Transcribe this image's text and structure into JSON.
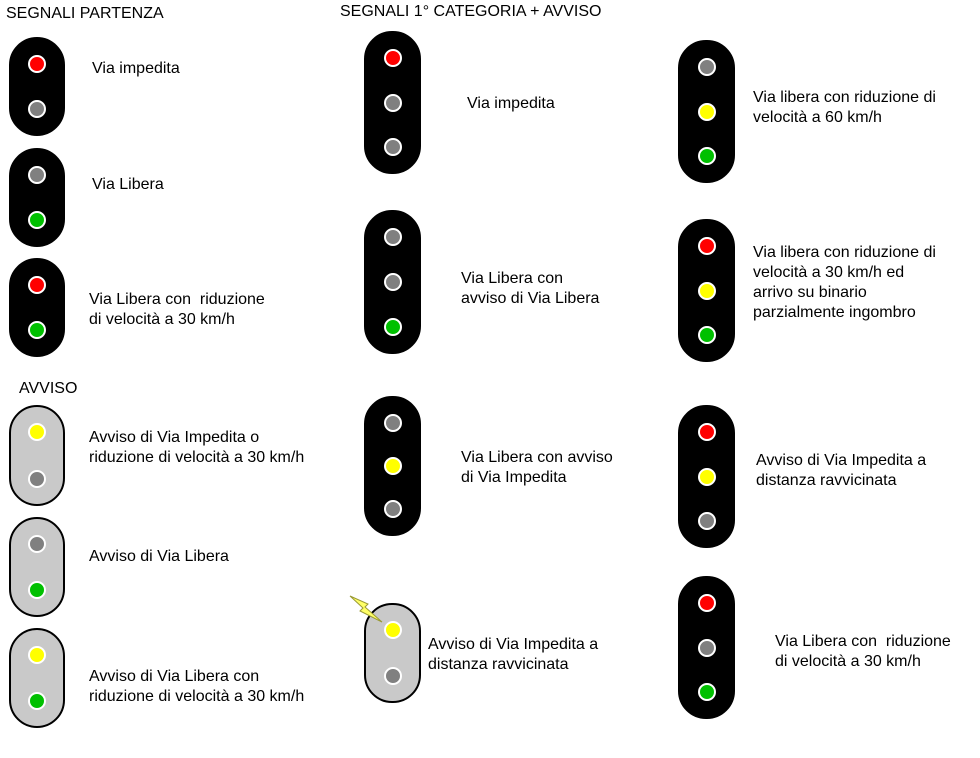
{
  "colors": {
    "red": "#ff0000",
    "yellow": "#ffff00",
    "green": "#00c000",
    "off": "#808080",
    "housing_dark": "#000000",
    "housing_light": "#c9c9c9"
  },
  "headings": {
    "partenza": "SEGNALI PARTENZA",
    "categoria": "SEGNALI 1° CATEGORIA + AVVISO",
    "avviso": "AVVISO"
  },
  "signals": {
    "p1": {
      "housing": "dark",
      "lamps": [
        "red",
        "off"
      ],
      "label": [
        "Via impedita"
      ]
    },
    "p2": {
      "housing": "dark",
      "lamps": [
        "off",
        "green"
      ],
      "label": [
        "Via Libera"
      ]
    },
    "p3": {
      "housing": "dark",
      "lamps": [
        "red",
        "green"
      ],
      "label": [
        "Via Libera con  riduzione",
        "di velocità a 30 km/h"
      ]
    },
    "a1": {
      "housing": "light",
      "lamps": [
        "yellow",
        "off"
      ],
      "label": [
        "Avviso di Via Impedita o",
        "riduzione di velocità a 30 km/h"
      ]
    },
    "a2": {
      "housing": "light",
      "lamps": [
        "off",
        "green"
      ],
      "label": [
        "Avviso di Via Libera"
      ]
    },
    "a3": {
      "housing": "light",
      "lamps": [
        "yellow",
        "green"
      ],
      "label": [
        "Avviso di Via Libera con",
        "riduzione di velocità a 30 km/h"
      ]
    },
    "c1": {
      "housing": "dark",
      "lamps": [
        "red",
        "off",
        "off"
      ],
      "label": [
        "Via impedita"
      ]
    },
    "c2": {
      "housing": "dark",
      "lamps": [
        "off",
        "off",
        "green"
      ],
      "label": [
        "Via Libera con",
        "avviso di Via Libera"
      ]
    },
    "c3": {
      "housing": "dark",
      "lamps": [
        "off",
        "yellow",
        "off"
      ],
      "label": [
        "Via Libera con avviso",
        "di Via Impedita"
      ]
    },
    "c4": {
      "housing": "light",
      "lamps": [
        "yellow",
        "off"
      ],
      "label": [
        "Avviso di Via Impedita a",
        "distanza ravvicinata"
      ],
      "flashing": true
    },
    "r1": {
      "housing": "dark",
      "lamps": [
        "off",
        "yellow",
        "green"
      ],
      "label": [
        "Via libera con riduzione di",
        "velocità a 60 km/h"
      ]
    },
    "r2": {
      "housing": "dark",
      "lamps": [
        "red",
        "yellow",
        "green"
      ],
      "label": [
        "Via libera con riduzione di",
        "velocità a 30 km/h ed",
        "arrivo su binario",
        "parzialmente ingombro"
      ]
    },
    "r3": {
      "housing": "dark",
      "lamps": [
        "red",
        "yellow",
        "off"
      ],
      "label": [
        "Avviso di Via Impedita a",
        "distanza ravvicinata"
      ]
    },
    "r4": {
      "housing": "dark",
      "lamps": [
        "red",
        "off",
        "green"
      ],
      "label": [
        "Via Libera con  riduzione",
        "di velocità a 30 km/h"
      ]
    }
  }
}
